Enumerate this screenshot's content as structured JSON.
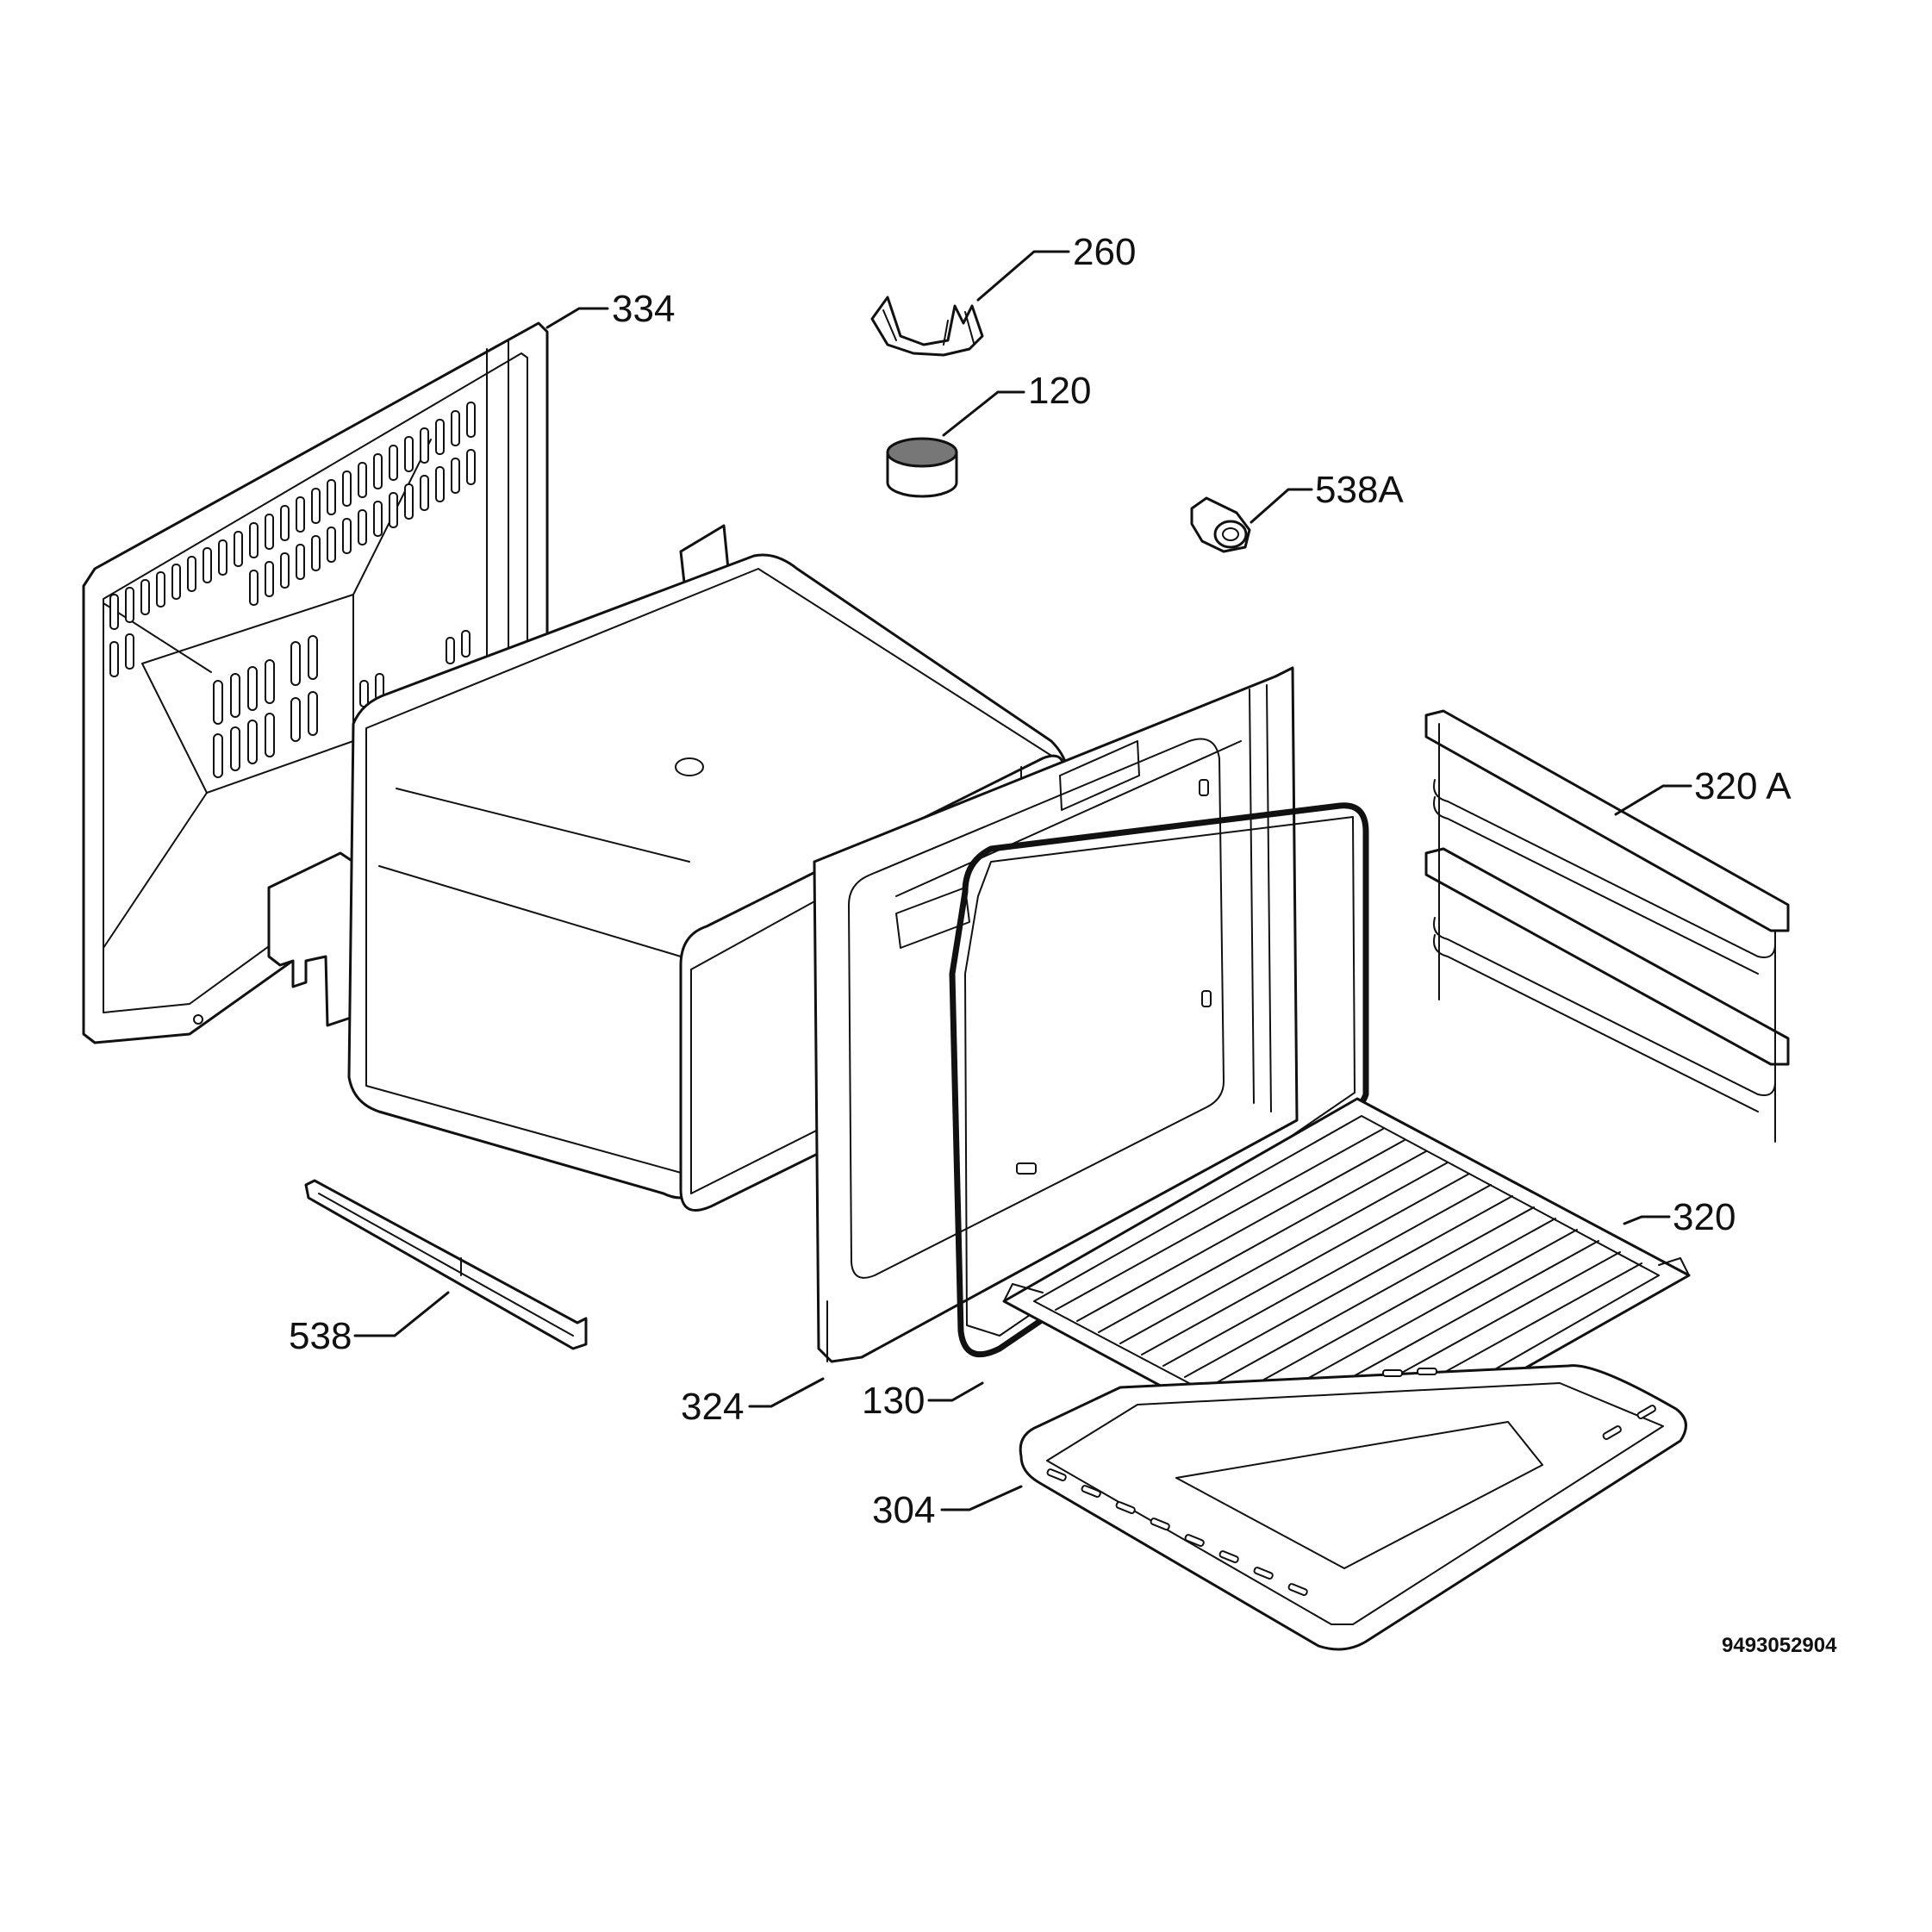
{
  "callouts": {
    "c260": "260",
    "c334": "334",
    "c120": "120",
    "c538A": "538A",
    "c320A": "320 A",
    "c320": "320",
    "c538": "538",
    "c324": "324",
    "c130": "130",
    "c304": "304"
  },
  "document_number": "9493052904"
}
